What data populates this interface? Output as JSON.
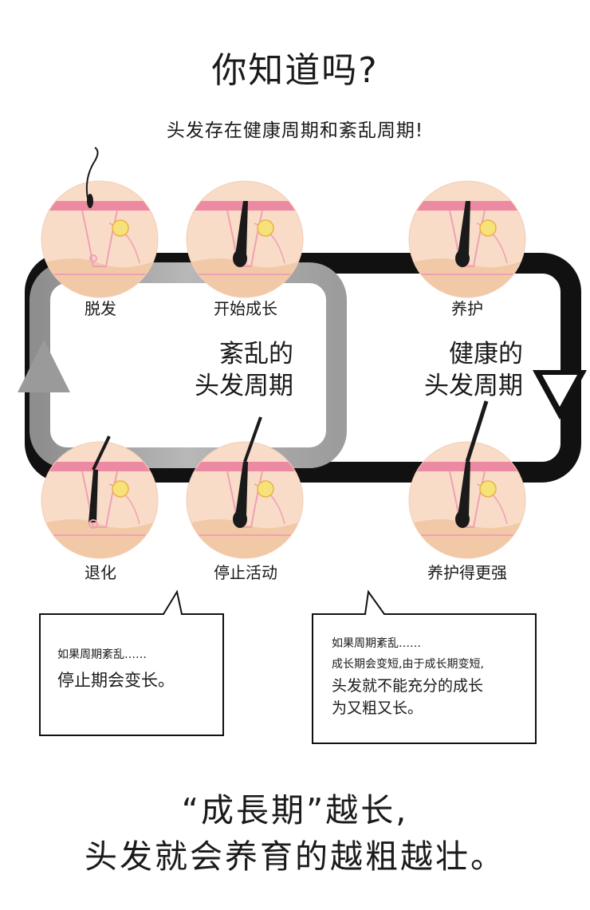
{
  "header": {
    "title": "你知道吗?",
    "subtitle": "头发存在健康周期和紊乱周期!"
  },
  "stages": {
    "shedding": "脱发",
    "start_growth": "开始成长",
    "care": "养护",
    "regression": "退化",
    "stop_activity": "停止活动",
    "care_stronger": "养护得更强"
  },
  "cycles": {
    "disordered_line1": "紊乱的",
    "disordered_line2": "头发周期",
    "healthy_line1": "健康的",
    "healthy_line2": "头发周期"
  },
  "bubble_left": {
    "line1": "如果周期紊乱……",
    "line2": "停止期会变长。"
  },
  "bubble_right": {
    "line1": "如果周期紊乱……",
    "line2": "成长期会变短,由于成长期变短,",
    "line3": "头发就不能充分的成长",
    "line4": "为又粗又长。"
  },
  "conclusion": {
    "line1": "“成長期”越长,",
    "line2": "头发就会养育的越粗越壮。"
  },
  "colors": {
    "skin": "#f8dcc8",
    "skin_dark": "#f2c9a6",
    "scalp_pink": "#ec8aa3",
    "hair": "#1a1a1a",
    "gland": "#f7e27a",
    "follicle_line": "#f0a0b4",
    "healthy_loop": "#111111",
    "disordered_loop": "#9a9a9a"
  }
}
